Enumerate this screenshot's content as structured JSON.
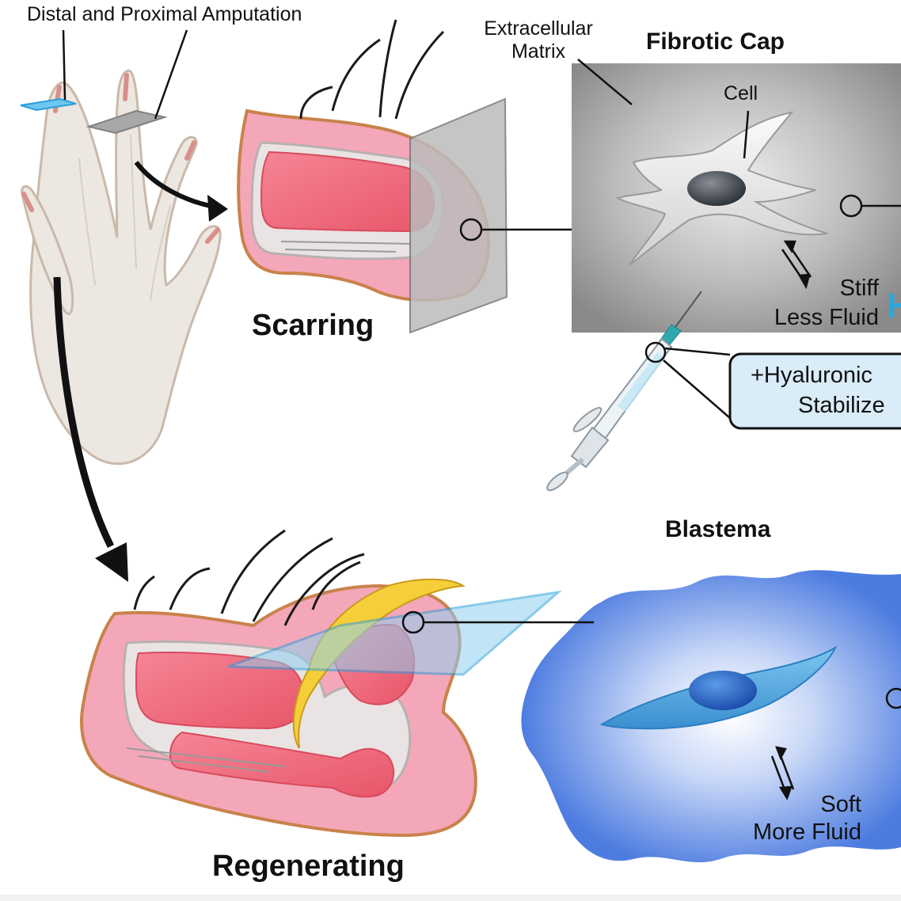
{
  "labels": {
    "amputation": "Distal and Proximal Amputation",
    "ecm_line1": "Extracellular",
    "ecm_line2": "Matrix",
    "fibrotic_cap": "Fibrotic Cap",
    "cell": "Cell",
    "scarring": "Scarring",
    "stiff": "Stiff",
    "less_fluid": "Less Fluid",
    "cut_letter": "H",
    "hyaluronic_line1": "+Hyaluronic",
    "hyaluronic_line2": "Stabilize",
    "blastema": "Blastema",
    "soft": "Soft",
    "more_fluid": "More Fluid",
    "regenerating": "Regenerating"
  },
  "colors": {
    "tissue_pink": "#f4a7b9",
    "tissue_edge": "#c9824a",
    "bone_red": "#ef6f7f",
    "fibrotic_gray": "#8c8c8c",
    "blastema_blue": "#4f7fe0",
    "cell_blue": "#4aa8e0",
    "plane_blue": "#8fd0f0",
    "nail_yellow": "#f5cf3a"
  }
}
